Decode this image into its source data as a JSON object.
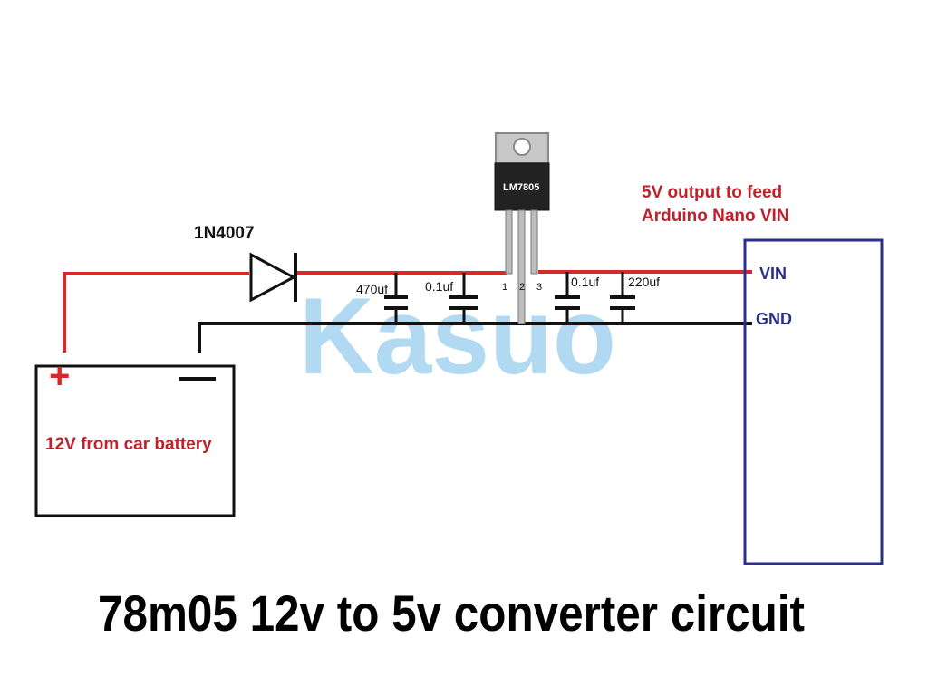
{
  "diagram": {
    "title": "78m05 12v to 5v converter circuit",
    "watermark": "Kasuo",
    "battery": {
      "label": "12V from car battery",
      "plus": "+",
      "minus": "—"
    },
    "diode": {
      "label": "1N4007"
    },
    "regulator": {
      "label": "LM7805",
      "pins": [
        "1",
        "2",
        "3"
      ]
    },
    "capacitors": [
      "470uf",
      "0.1uf",
      "0.1uf",
      "220uf"
    ],
    "output_note": [
      "5V output to feed",
      "Arduino Nano VIN"
    ],
    "connector": {
      "vin": "VIN",
      "gnd": "GND"
    },
    "colors": {
      "red_wire": "#d62a2a",
      "black_wire": "#111111",
      "connector_border": "#2a2f8a",
      "note_red": "#c0202a",
      "watermark": "#9fd0ef"
    }
  }
}
